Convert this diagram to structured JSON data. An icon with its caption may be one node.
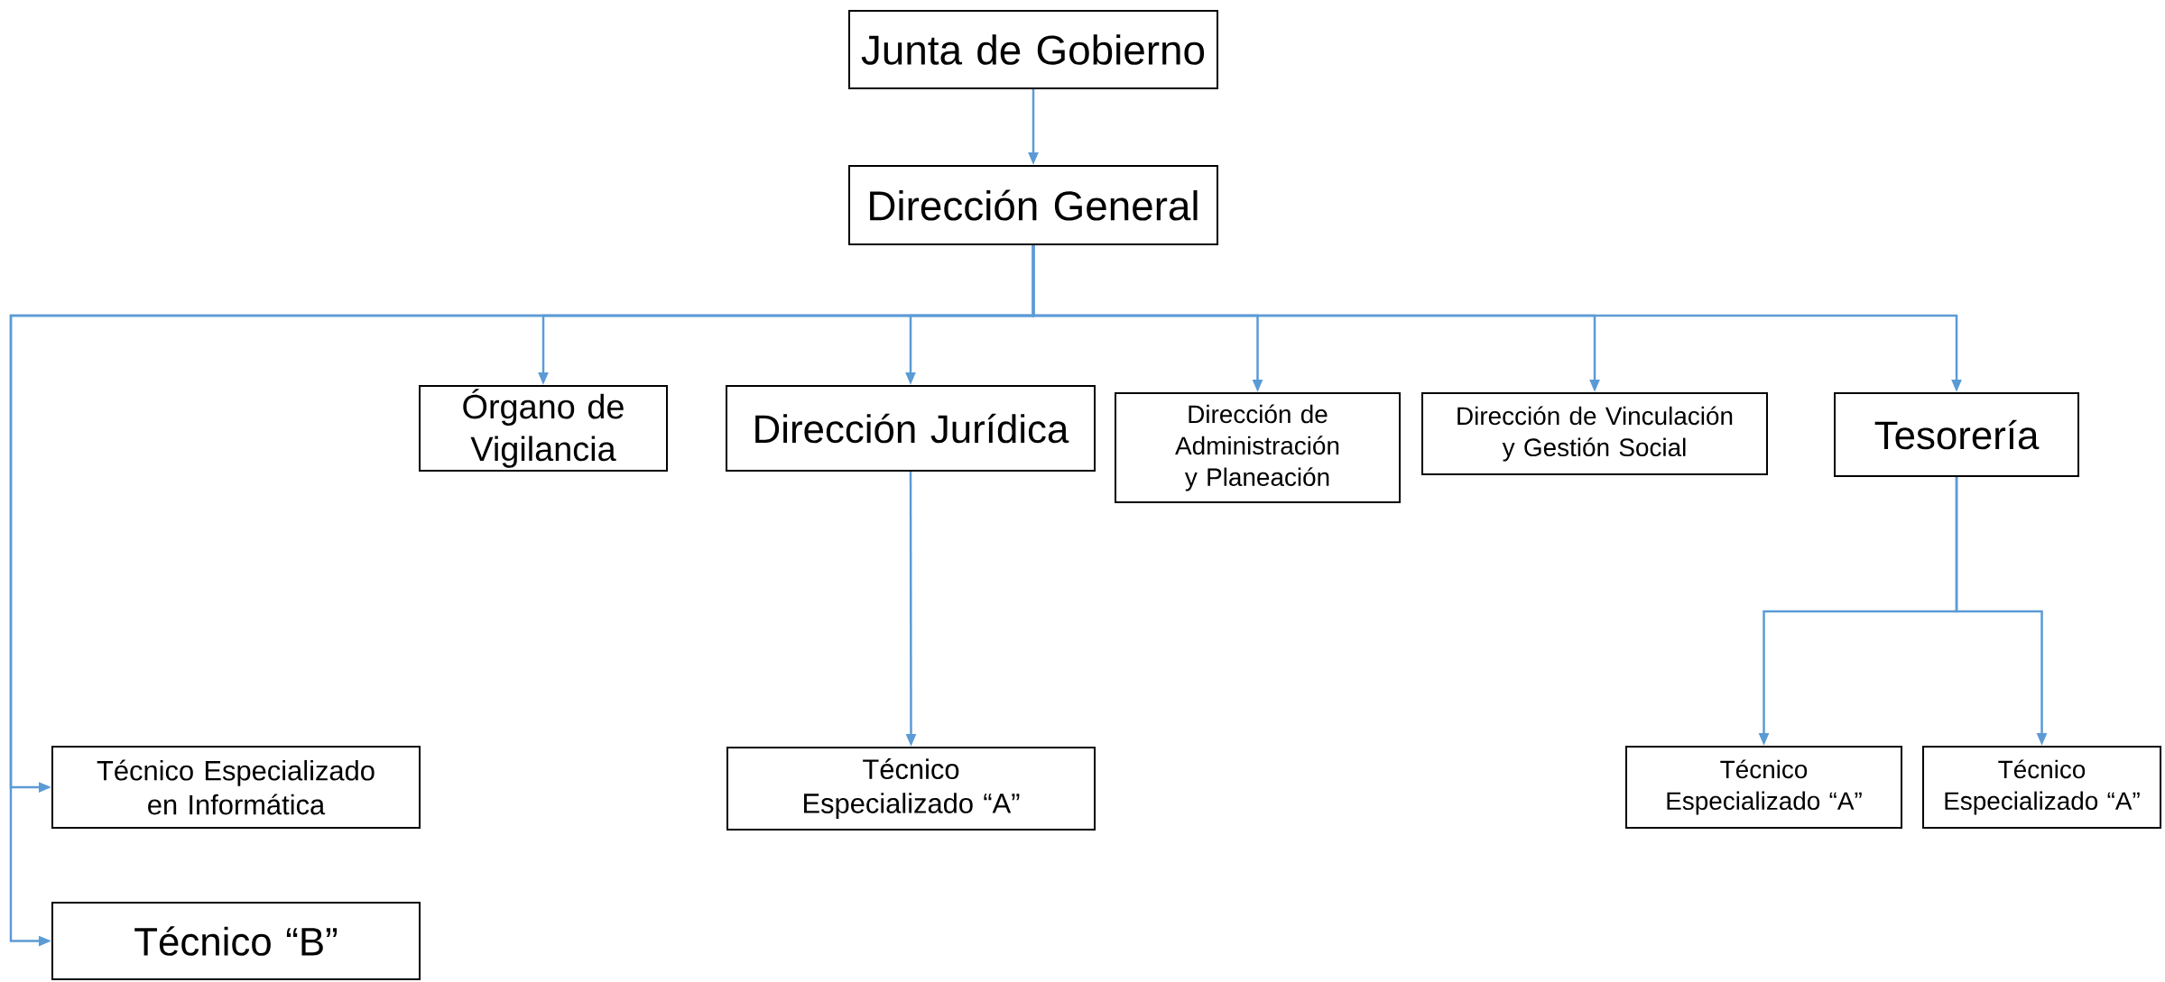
{
  "diagram": {
    "nodes": [
      {
        "text": [
          "Junta de Gobierno"
        ]
      },
      {
        "text": [
          "Dirección General"
        ]
      },
      {
        "text": [
          "Órgano de Vigilancia"
        ]
      },
      {
        "text": [
          "Dirección Jurídica"
        ]
      },
      {
        "text": [
          "Dirección de Administración y Planeación"
        ]
      },
      {
        "text": [
          "Dirección de Vinculación y Gestión Social"
        ]
      },
      {
        "text": [
          "Tesorería"
        ]
      },
      {
        "text": [
          "Técnico Especializado en Informática"
        ]
      },
      {
        "text": [
          "Técnico “B”"
        ]
      },
      {
        "text": [
          "Técnico Especializado “A”"
        ]
      },
      {
        "text": [
          "Técnico Especializado “A”"
        ]
      },
      {
        "text": [
          "Técnico Especializado “A”"
        ]
      }
    ],
    "edges": [
      {
        "from": 0,
        "to": 1,
        "arrow": "to"
      },
      {
        "from": 1,
        "to": 2,
        "arrow": "to"
      },
      {
        "from": 1,
        "to": 3,
        "arrow": "to"
      },
      {
        "from": 1,
        "to": 4,
        "arrow": "to"
      },
      {
        "from": 1,
        "to": 5,
        "arrow": "to"
      },
      {
        "from": 1,
        "to": 6,
        "arrow": "to"
      },
      {
        "from": 1,
        "to": 7,
        "arrow": "to"
      },
      {
        "from": 1,
        "to": 8,
        "arrow": "to"
      },
      {
        "from": 3,
        "to": 9,
        "arrow": "to"
      },
      {
        "from": 6,
        "to": 10,
        "arrow": "to"
      },
      {
        "from": 6,
        "to": 11,
        "arrow": "to"
      }
    ]
  }
}
